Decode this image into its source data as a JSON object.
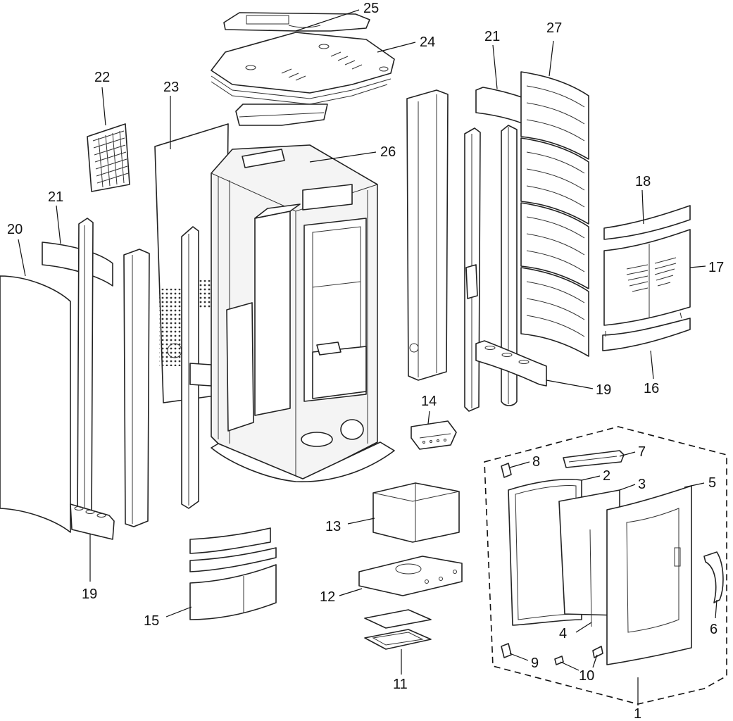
{
  "callouts": {
    "c1": "1",
    "c2": "2",
    "c3": "3",
    "c4": "4",
    "c5": "5",
    "c6": "6",
    "c7": "7",
    "c8": "8",
    "c9": "9",
    "c10": "10",
    "c11": "11",
    "c12": "12",
    "c13": "13",
    "c14": "14",
    "c15": "15",
    "c16": "16",
    "c17": "17",
    "c18": "18",
    "c19a": "19",
    "c19b": "19",
    "c20": "20",
    "c21a": "21",
    "c21b": "21",
    "c22": "22",
    "c23": "23",
    "c24": "24",
    "c25": "25",
    "c26": "26",
    "c27": "27"
  }
}
